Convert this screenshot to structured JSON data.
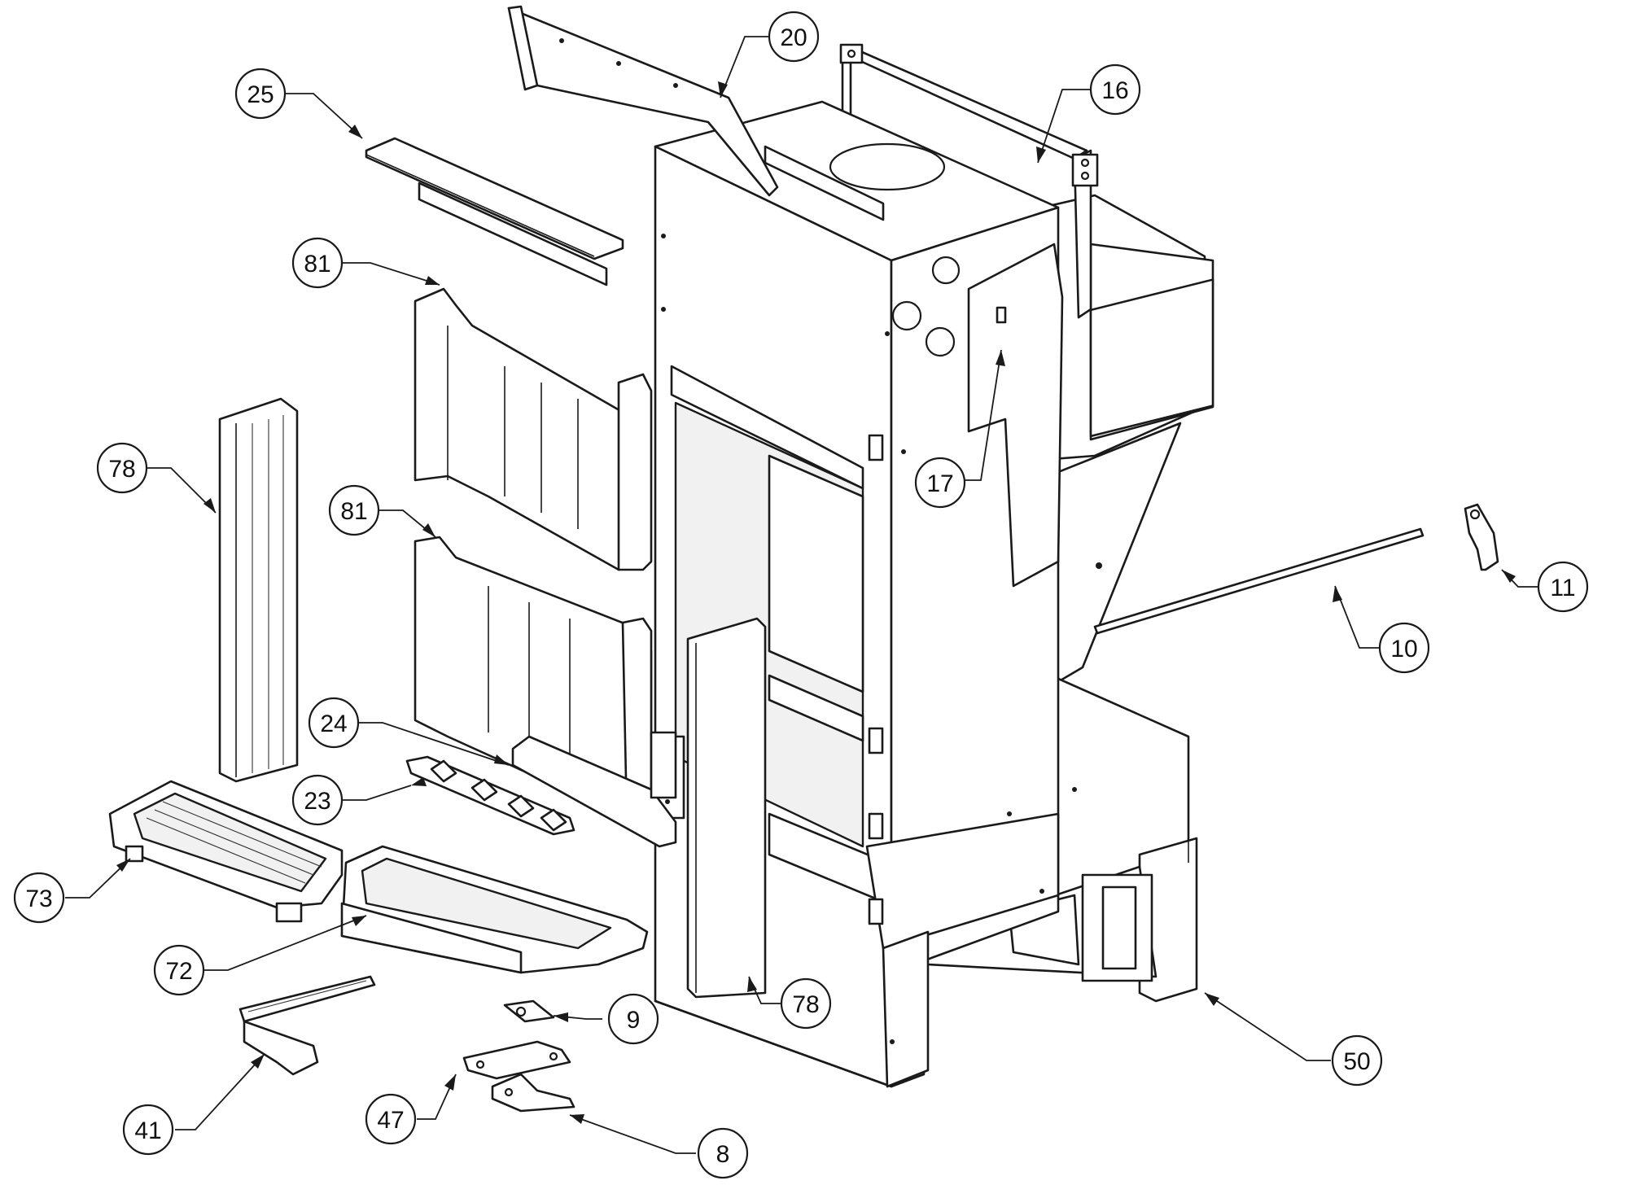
{
  "diagram": {
    "type": "exploded-parts-drawing",
    "callouts": [
      {
        "id": "c20",
        "label": "20"
      },
      {
        "id": "c25",
        "label": "25"
      },
      {
        "id": "c16",
        "label": "16"
      },
      {
        "id": "c81a",
        "label": "81"
      },
      {
        "id": "c78a",
        "label": "78"
      },
      {
        "id": "c17",
        "label": "17"
      },
      {
        "id": "c81b",
        "label": "81"
      },
      {
        "id": "c11",
        "label": "11"
      },
      {
        "id": "c10",
        "label": "10"
      },
      {
        "id": "c24",
        "label": "24"
      },
      {
        "id": "c23",
        "label": "23"
      },
      {
        "id": "c73",
        "label": "73"
      },
      {
        "id": "c72",
        "label": "72"
      },
      {
        "id": "c78b",
        "label": "78"
      },
      {
        "id": "c9",
        "label": "9"
      },
      {
        "id": "c50",
        "label": "50"
      },
      {
        "id": "c47",
        "label": "47"
      },
      {
        "id": "c41",
        "label": "41"
      },
      {
        "id": "c8",
        "label": "8"
      }
    ]
  }
}
